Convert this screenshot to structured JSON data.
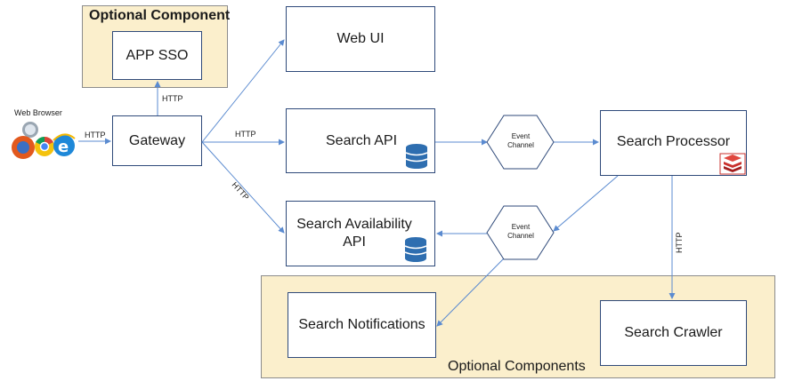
{
  "optional_component": {
    "title": "Optional Component",
    "app_sso": "APP SSO"
  },
  "optional_components": {
    "title": "Optional Components"
  },
  "nodes": {
    "web_browser": "Web Browser",
    "gateway": "Gateway",
    "web_ui": "Web UI",
    "search_api": "Search API",
    "search_availability_line1": "Search Availability",
    "search_availability_line2": "API",
    "search_processor": "Search Processor",
    "search_notifications": "Search Notifications",
    "search_crawler": "Search Crawler"
  },
  "channels": {
    "event_channel_1_line1": "Event",
    "event_channel_1_line2": "Channel",
    "event_channel_2_line1": "Event",
    "event_channel_2_line2": "Channel"
  },
  "edge_labels": {
    "browser_gateway": "HTTP",
    "gateway_sso": "HTTP",
    "gateway_search_api": "HTTP",
    "gateway_availability": "HTTP",
    "processor_crawler": "HTTP"
  },
  "icons": {
    "browsers": "browser-logos-icon",
    "database_1": "database-icon",
    "database_2": "database-icon",
    "cache": "redis-icon"
  },
  "colors": {
    "box_border": "#2f4a7a",
    "arrow": "#5b8bd0",
    "optional_fill": "#fbefcc",
    "database": "#2e6eb0",
    "redis": "#c9302c"
  }
}
